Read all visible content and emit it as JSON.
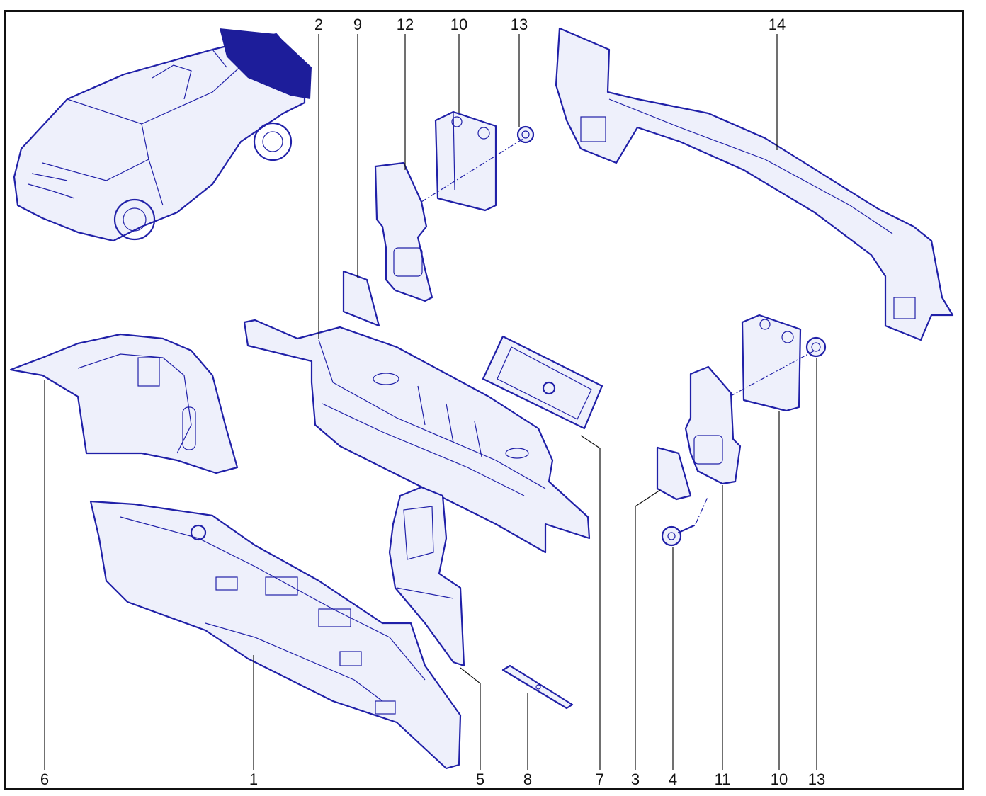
{
  "colors": {
    "line": "#2020a8",
    "highlight": "#1d1d9a",
    "frame": "#111111",
    "background": "#ffffff"
  },
  "top_callouts": [
    "2",
    "9",
    "12",
    "10",
    "13",
    "14"
  ],
  "bottom_callouts": [
    "6",
    "1",
    "5",
    "8",
    "7",
    "3",
    "4",
    "11",
    "10",
    "13"
  ]
}
